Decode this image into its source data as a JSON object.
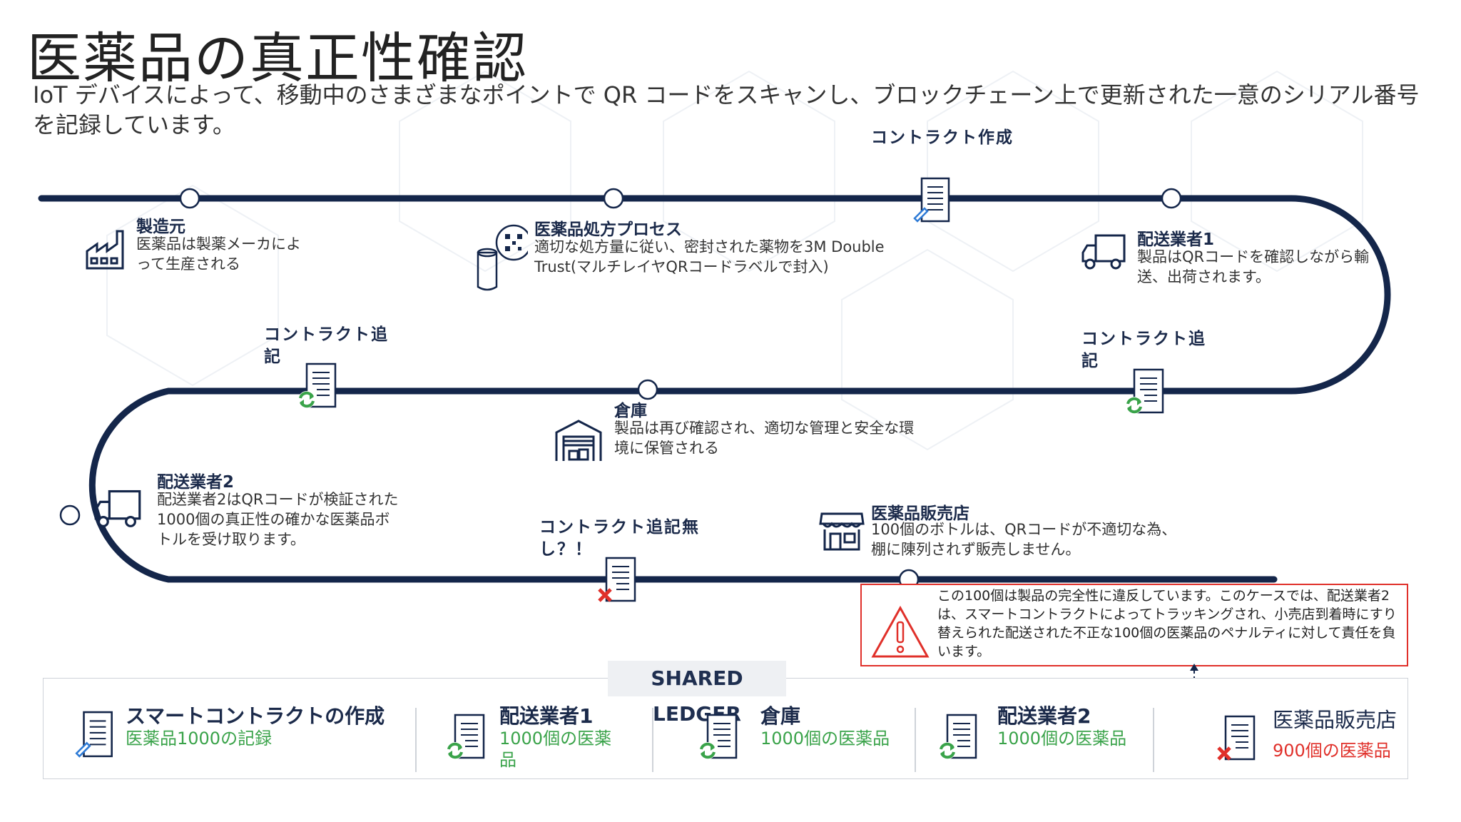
{
  "title": "医薬品の真正性確認",
  "subtitle": "IoT デバイスによって、移動中のさまざまなポイントで QR コードをスキャンし、ブロックチェーン上で更新された一意のシリアル番号を記録しています。",
  "stages": {
    "manufacturer": {
      "title": "製造元",
      "desc": "医薬品は製薬メーカによって生産される",
      "icon": "factory-icon"
    },
    "process": {
      "title": "医薬品処方プロセス",
      "desc": "適切な処方量に従い、密封された薬物を3M Double Trust(マルチレイヤQRコードラベルで封入)",
      "icon": "qr-bottle-icon"
    },
    "carrier1": {
      "title": "配送業者1",
      "desc": "製品はQRコードを確認しながら輸送、出荷されます。",
      "icon": "truck-icon"
    },
    "warehouse": {
      "title": "倉庫",
      "desc": "製品は再び確認され、適切な管理と安全な環境に保管される",
      "icon": "warehouse-icon"
    },
    "carrier2": {
      "title": "配送業者2",
      "desc": "配送業者2はQRコードが検証された1000個の真正性の確かな医薬品ボトルを受け取ります。",
      "icon": "truck-icon"
    },
    "pharmacy": {
      "title": "医薬品販売店",
      "desc": "100個のボトルは、QRコードが不適切な為、棚に陳列されず販売しません。",
      "icon": "store-icon"
    }
  },
  "contracts": {
    "create": "コントラクト作成",
    "append1": "コントラクト追記",
    "append2": "コントラクト追記",
    "none": "コントラクト追記無し？！"
  },
  "alert": {
    "text": "この100個は製品の完全性に違反しています。このケースでは、配送業者2は、スマートコントラクトによってトラッキングされ、小売店到着時にすり替えられた配送された不正な100個の医薬品のペナルティに対して責任を負います。",
    "icon": "warning-icon"
  },
  "ledger": {
    "label": "SHARED LEDGER",
    "entries": [
      {
        "title": "スマートコントラクトの作成",
        "value": "医薬品1000の記録",
        "icon": "document-edit-icon"
      },
      {
        "title": "配送業者1",
        "value": "1000個の医薬品",
        "icon": "document-sync-icon"
      },
      {
        "title": "倉庫",
        "value": "1000個の医薬品",
        "icon": "document-sync-icon"
      },
      {
        "title": "配送業者2",
        "value": "1000個の医薬品",
        "icon": "document-sync-icon"
      },
      {
        "title": "医薬品販売店",
        "value": "900個の医薬品",
        "icon": "document-error-icon"
      }
    ]
  },
  "colors": {
    "track": "#14264a",
    "ok": "#3aa34a",
    "error": "#e0302a",
    "edit": "#2e7bd6"
  }
}
